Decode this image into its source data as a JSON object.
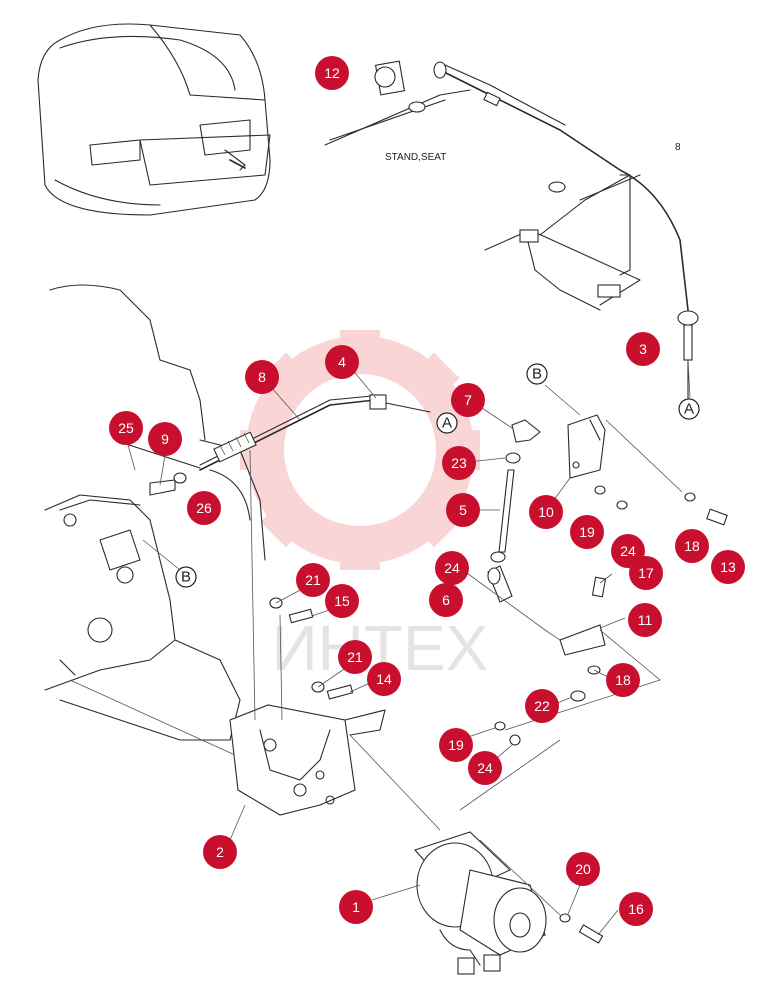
{
  "diagram": {
    "watermark": "ИНТЕХ",
    "labels": {
      "stand_seat": "STAND,SEAT",
      "cable_small": "8"
    },
    "refs": {
      "A": "A",
      "B": "B"
    },
    "callouts": [
      {
        "id": "c12",
        "label": "12"
      },
      {
        "id": "c3",
        "label": "3"
      },
      {
        "id": "c8",
        "label": "8"
      },
      {
        "id": "c4",
        "label": "4"
      },
      {
        "id": "c7",
        "label": "7"
      },
      {
        "id": "c25",
        "label": "25"
      },
      {
        "id": "c9",
        "label": "9"
      },
      {
        "id": "c26",
        "label": "26"
      },
      {
        "id": "c23",
        "label": "23"
      },
      {
        "id": "c5",
        "label": "5"
      },
      {
        "id": "c10",
        "label": "10"
      },
      {
        "id": "c19a",
        "label": "19"
      },
      {
        "id": "c24a",
        "label": "24"
      },
      {
        "id": "c18a",
        "label": "18"
      },
      {
        "id": "c13",
        "label": "13"
      },
      {
        "id": "c24b",
        "label": "24"
      },
      {
        "id": "c17",
        "label": "17"
      },
      {
        "id": "c6",
        "label": "6"
      },
      {
        "id": "c21a",
        "label": "21"
      },
      {
        "id": "c15",
        "label": "15"
      },
      {
        "id": "c11",
        "label": "11"
      },
      {
        "id": "c21b",
        "label": "21"
      },
      {
        "id": "c14",
        "label": "14"
      },
      {
        "id": "c18b",
        "label": "18"
      },
      {
        "id": "c22",
        "label": "22"
      },
      {
        "id": "c19b",
        "label": "19"
      },
      {
        "id": "c24c",
        "label": "24"
      },
      {
        "id": "c2",
        "label": "2"
      },
      {
        "id": "c20",
        "label": "20"
      },
      {
        "id": "c16",
        "label": "16"
      },
      {
        "id": "c1",
        "label": "1"
      }
    ]
  }
}
